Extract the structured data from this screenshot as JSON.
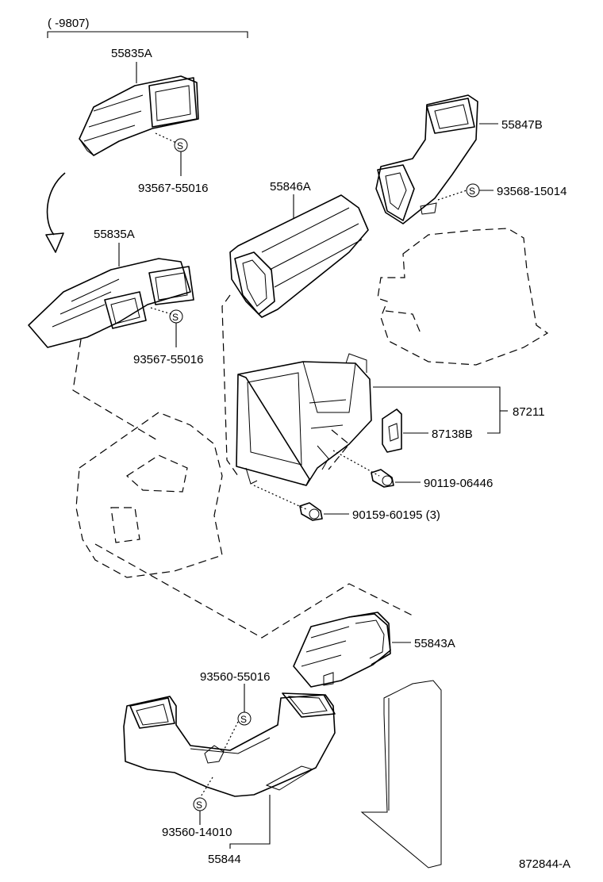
{
  "range_label": "(    -9807)",
  "sheet_id": "872844-A",
  "clip_symbol": "S",
  "parts": {
    "p55835a_top": "55835A",
    "p93567_top": "93567-55016",
    "p55835a_bottom": "55835A",
    "p93567_bottom": "93567-55016",
    "p55846a": "55846A",
    "p55847b": "55847B",
    "p93568": "93568-15014",
    "p87211": "87211",
    "p87138b": "87138B",
    "p90119": "90119-06446",
    "p90159": "90159-60195 (3)",
    "p55843a": "55843A",
    "p93560_55016": "93560-55016",
    "p93560_14010": "93560-14010",
    "p55844": "55844"
  }
}
